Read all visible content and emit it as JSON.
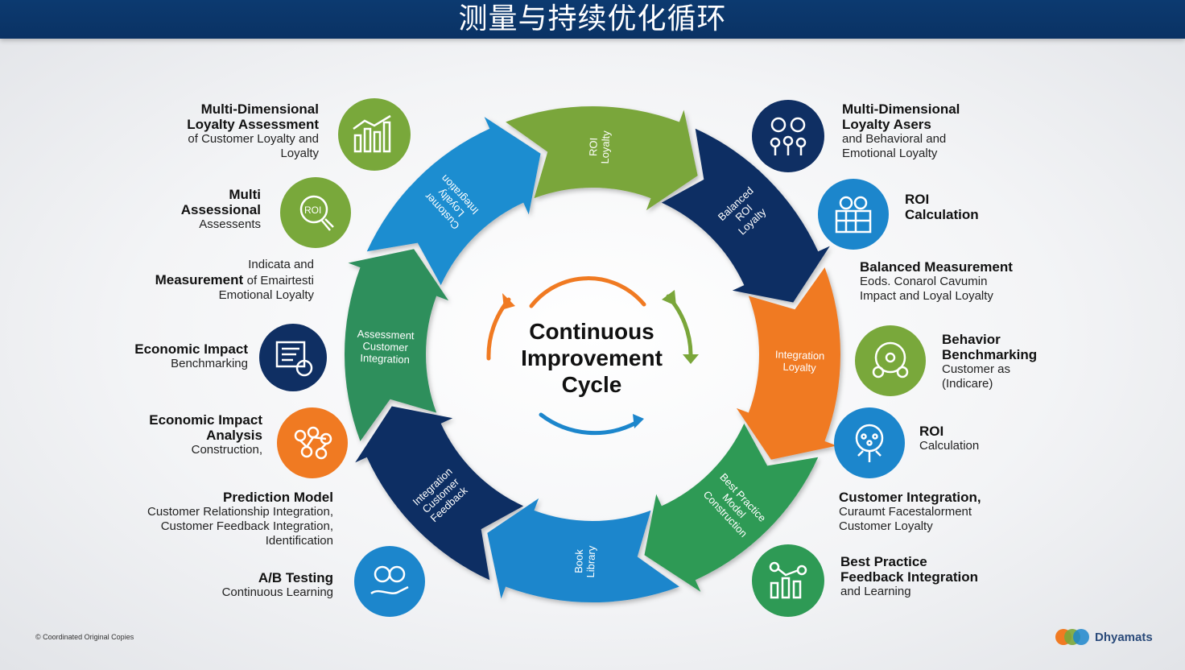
{
  "header": {
    "title": "测量与持续优化循环"
  },
  "center": {
    "line1": "Continuous",
    "line2": "Improvement",
    "line3": "Cycle"
  },
  "segments": [
    {
      "lines": [
        "Customer",
        "Loyalty",
        "Integration"
      ],
      "color": "#1f8dd0"
    },
    {
      "lines": [
        "ROI",
        "Loyalty"
      ],
      "color": "#7aa63a"
    },
    {
      "lines": [
        "Balanced",
        "ROI",
        "Loyalty"
      ],
      "color": "#0f2f63"
    },
    {
      "lines": [
        "Integration",
        "Loyalty"
      ],
      "color": "#f07a22"
    },
    {
      "lines": [
        "Best Practice",
        "Model",
        "Construction"
      ],
      "color": "#2e9a55"
    },
    {
      "lines": [
        "Book",
        "Library"
      ],
      "color": "#1c86cc"
    },
    {
      "lines": [
        "Integration",
        "Customer",
        "Feedback"
      ],
      "color": "#0f2f63"
    },
    {
      "lines": [
        "Assessment",
        "Customer",
        "Integration"
      ],
      "color": "#2f8f5c"
    }
  ],
  "left_items": [
    {
      "title": [
        "Multi-Dimensional",
        "Loyalty Assessment"
      ],
      "sub": [
        "of Customer Loyalty and",
        "Loyalty"
      ],
      "icon": "bar-chart-icon",
      "color": "#79a83b"
    },
    {
      "title": [
        "Multi",
        "Assessional"
      ],
      "sub": [
        "Assessents"
      ],
      "icon": "roi-brain-icon",
      "color": "#79a83b"
    },
    {
      "title": [],
      "sub": [
        "Indicata and"
      ],
      "title2": "Measurement",
      "sub2": "of Emairtesti",
      "sub3": "Emotional Loyalty",
      "icon": "",
      "color": ""
    },
    {
      "title": [
        "Economic Impact"
      ],
      "sub": [
        "Benchmarking"
      ],
      "icon": "dashboard-icon",
      "color": "#0f2f63"
    },
    {
      "title": [
        "Economic Impact",
        "Analysis"
      ],
      "sub": [
        "Construction,"
      ],
      "icon": "people-network-icon",
      "color": "#f07a22"
    },
    {
      "title": [
        "Prediction Model"
      ],
      "sub": [
        "Customer Relationship Integration,",
        "Customer Feedback Integration,",
        "Identification"
      ],
      "icon": "",
      "color": ""
    },
    {
      "title": [
        "A/B Testing"
      ],
      "sub": [
        "Continuous Learning"
      ],
      "icon": "hand-gears-icon",
      "color": "#1c86cc"
    }
  ],
  "right_items": [
    {
      "title": [
        "Multi-Dimensional",
        "Loyalty Asers"
      ],
      "sub": [
        "and Behavioral and",
        "Emotional Loyalty"
      ],
      "icon": "team-gears-icon",
      "color": "#0f2f63"
    },
    {
      "title": [
        "ROI",
        "Calculation"
      ],
      "sub": [],
      "icon": "building-icon",
      "color": "#1c86cc"
    },
    {
      "title": [
        "Balanced Measurement"
      ],
      "sub": [
        "Eods. Conarol Cavumin",
        "Impact and Loyal Loyalty"
      ],
      "icon": "",
      "color": ""
    },
    {
      "title": [
        "Behavior",
        "Benchmarking"
      ],
      "sub": [
        "Customer as",
        "(Indicare)"
      ],
      "icon": "network-people-icon",
      "color": "#79a83b"
    },
    {
      "title": [
        "ROI"
      ],
      "sub": [
        "Calculation"
      ],
      "icon": "idea-cloud-icon",
      "color": "#1c86cc"
    },
    {
      "title": [
        "Customer Integration,"
      ],
      "sub": [
        "Curaumt Facestalorment",
        "Customer Loyalty"
      ],
      "icon": "",
      "color": ""
    },
    {
      "title": [
        "Best Practice",
        "Feedback Integration"
      ],
      "sub": [
        "and Learning"
      ],
      "icon": "growth-chart-icon",
      "color": "#2e9a55"
    }
  ],
  "footer": {
    "left": "© Coordinated Original Copies",
    "right_logo": "Dhyamats"
  }
}
